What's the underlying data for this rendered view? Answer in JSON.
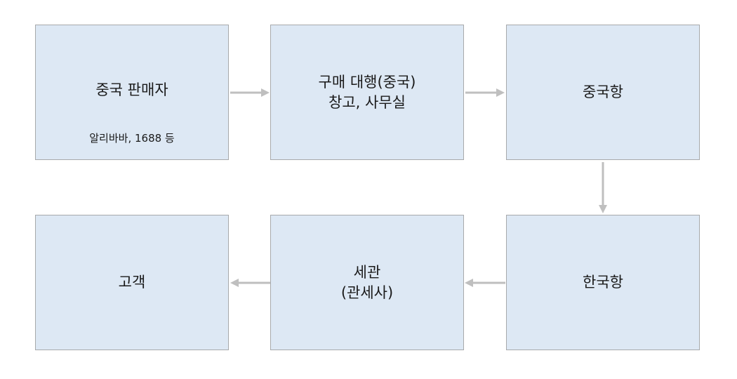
{
  "diagram": {
    "nodes": [
      {
        "id": "n1",
        "label": "중국 판매자",
        "sublabel": "알리바바, 1688 등"
      },
      {
        "id": "n2",
        "label": "구매 대행(중국)\n창고, 사무실",
        "sublabel": ""
      },
      {
        "id": "n3",
        "label": "중국항",
        "sublabel": ""
      },
      {
        "id": "n4",
        "label": "한국항",
        "sublabel": ""
      },
      {
        "id": "n5",
        "label": "세관\n(관세사)",
        "sublabel": ""
      },
      {
        "id": "n6",
        "label": "고객",
        "sublabel": ""
      }
    ],
    "edges": [
      {
        "from": "n1",
        "to": "n2"
      },
      {
        "from": "n2",
        "to": "n3"
      },
      {
        "from": "n3",
        "to": "n4"
      },
      {
        "from": "n4",
        "to": "n5"
      },
      {
        "from": "n5",
        "to": "n6"
      }
    ],
    "colors": {
      "node_fill": "#dde8f4",
      "node_border": "#a7a9ab",
      "arrow": "#bfbfbf",
      "text": "#1a1a1a"
    }
  }
}
